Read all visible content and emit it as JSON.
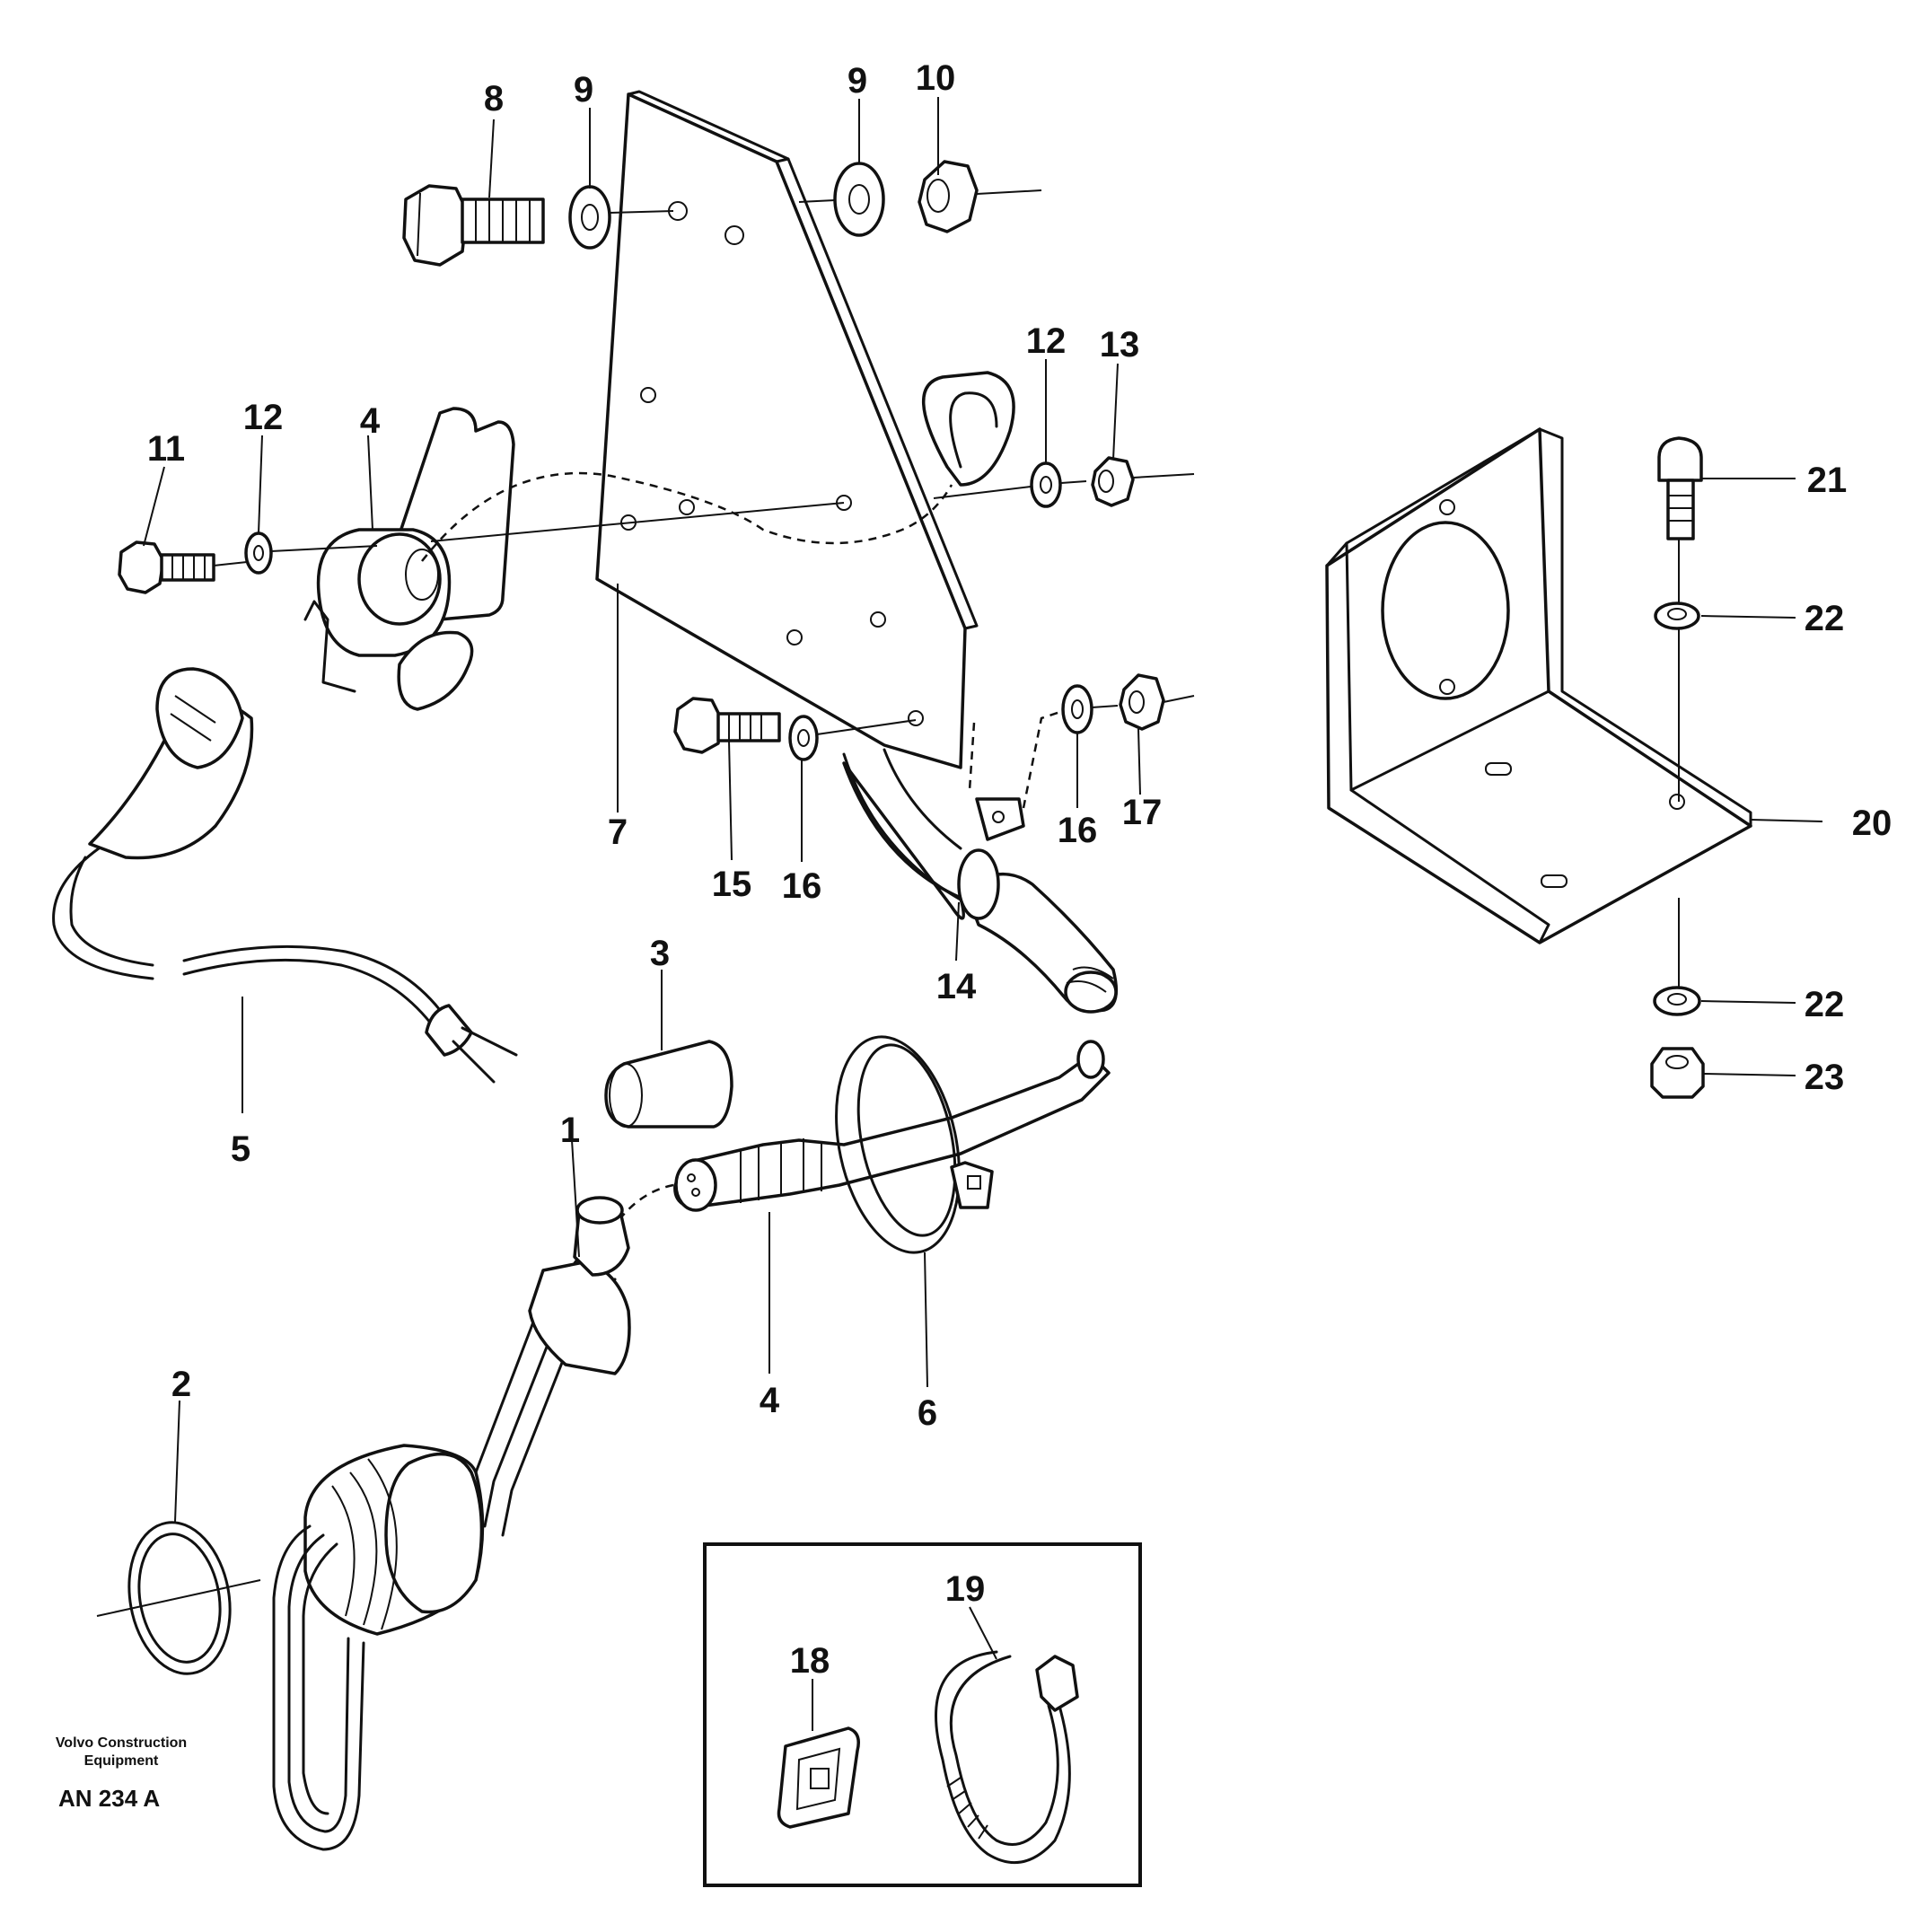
{
  "diagram": {
    "callouts": [
      "8",
      "9",
      "9",
      "10",
      "12",
      "13",
      "11",
      "12",
      "4",
      "7",
      "15",
      "16",
      "16",
      "17",
      "14",
      "21",
      "22",
      "20",
      "22",
      "23",
      "3",
      "5",
      "1",
      "4",
      "6",
      "2",
      "18",
      "19"
    ],
    "maker": [
      "Volvo Construction",
      "Equipment"
    ],
    "doc_id": "AN 234 A"
  }
}
